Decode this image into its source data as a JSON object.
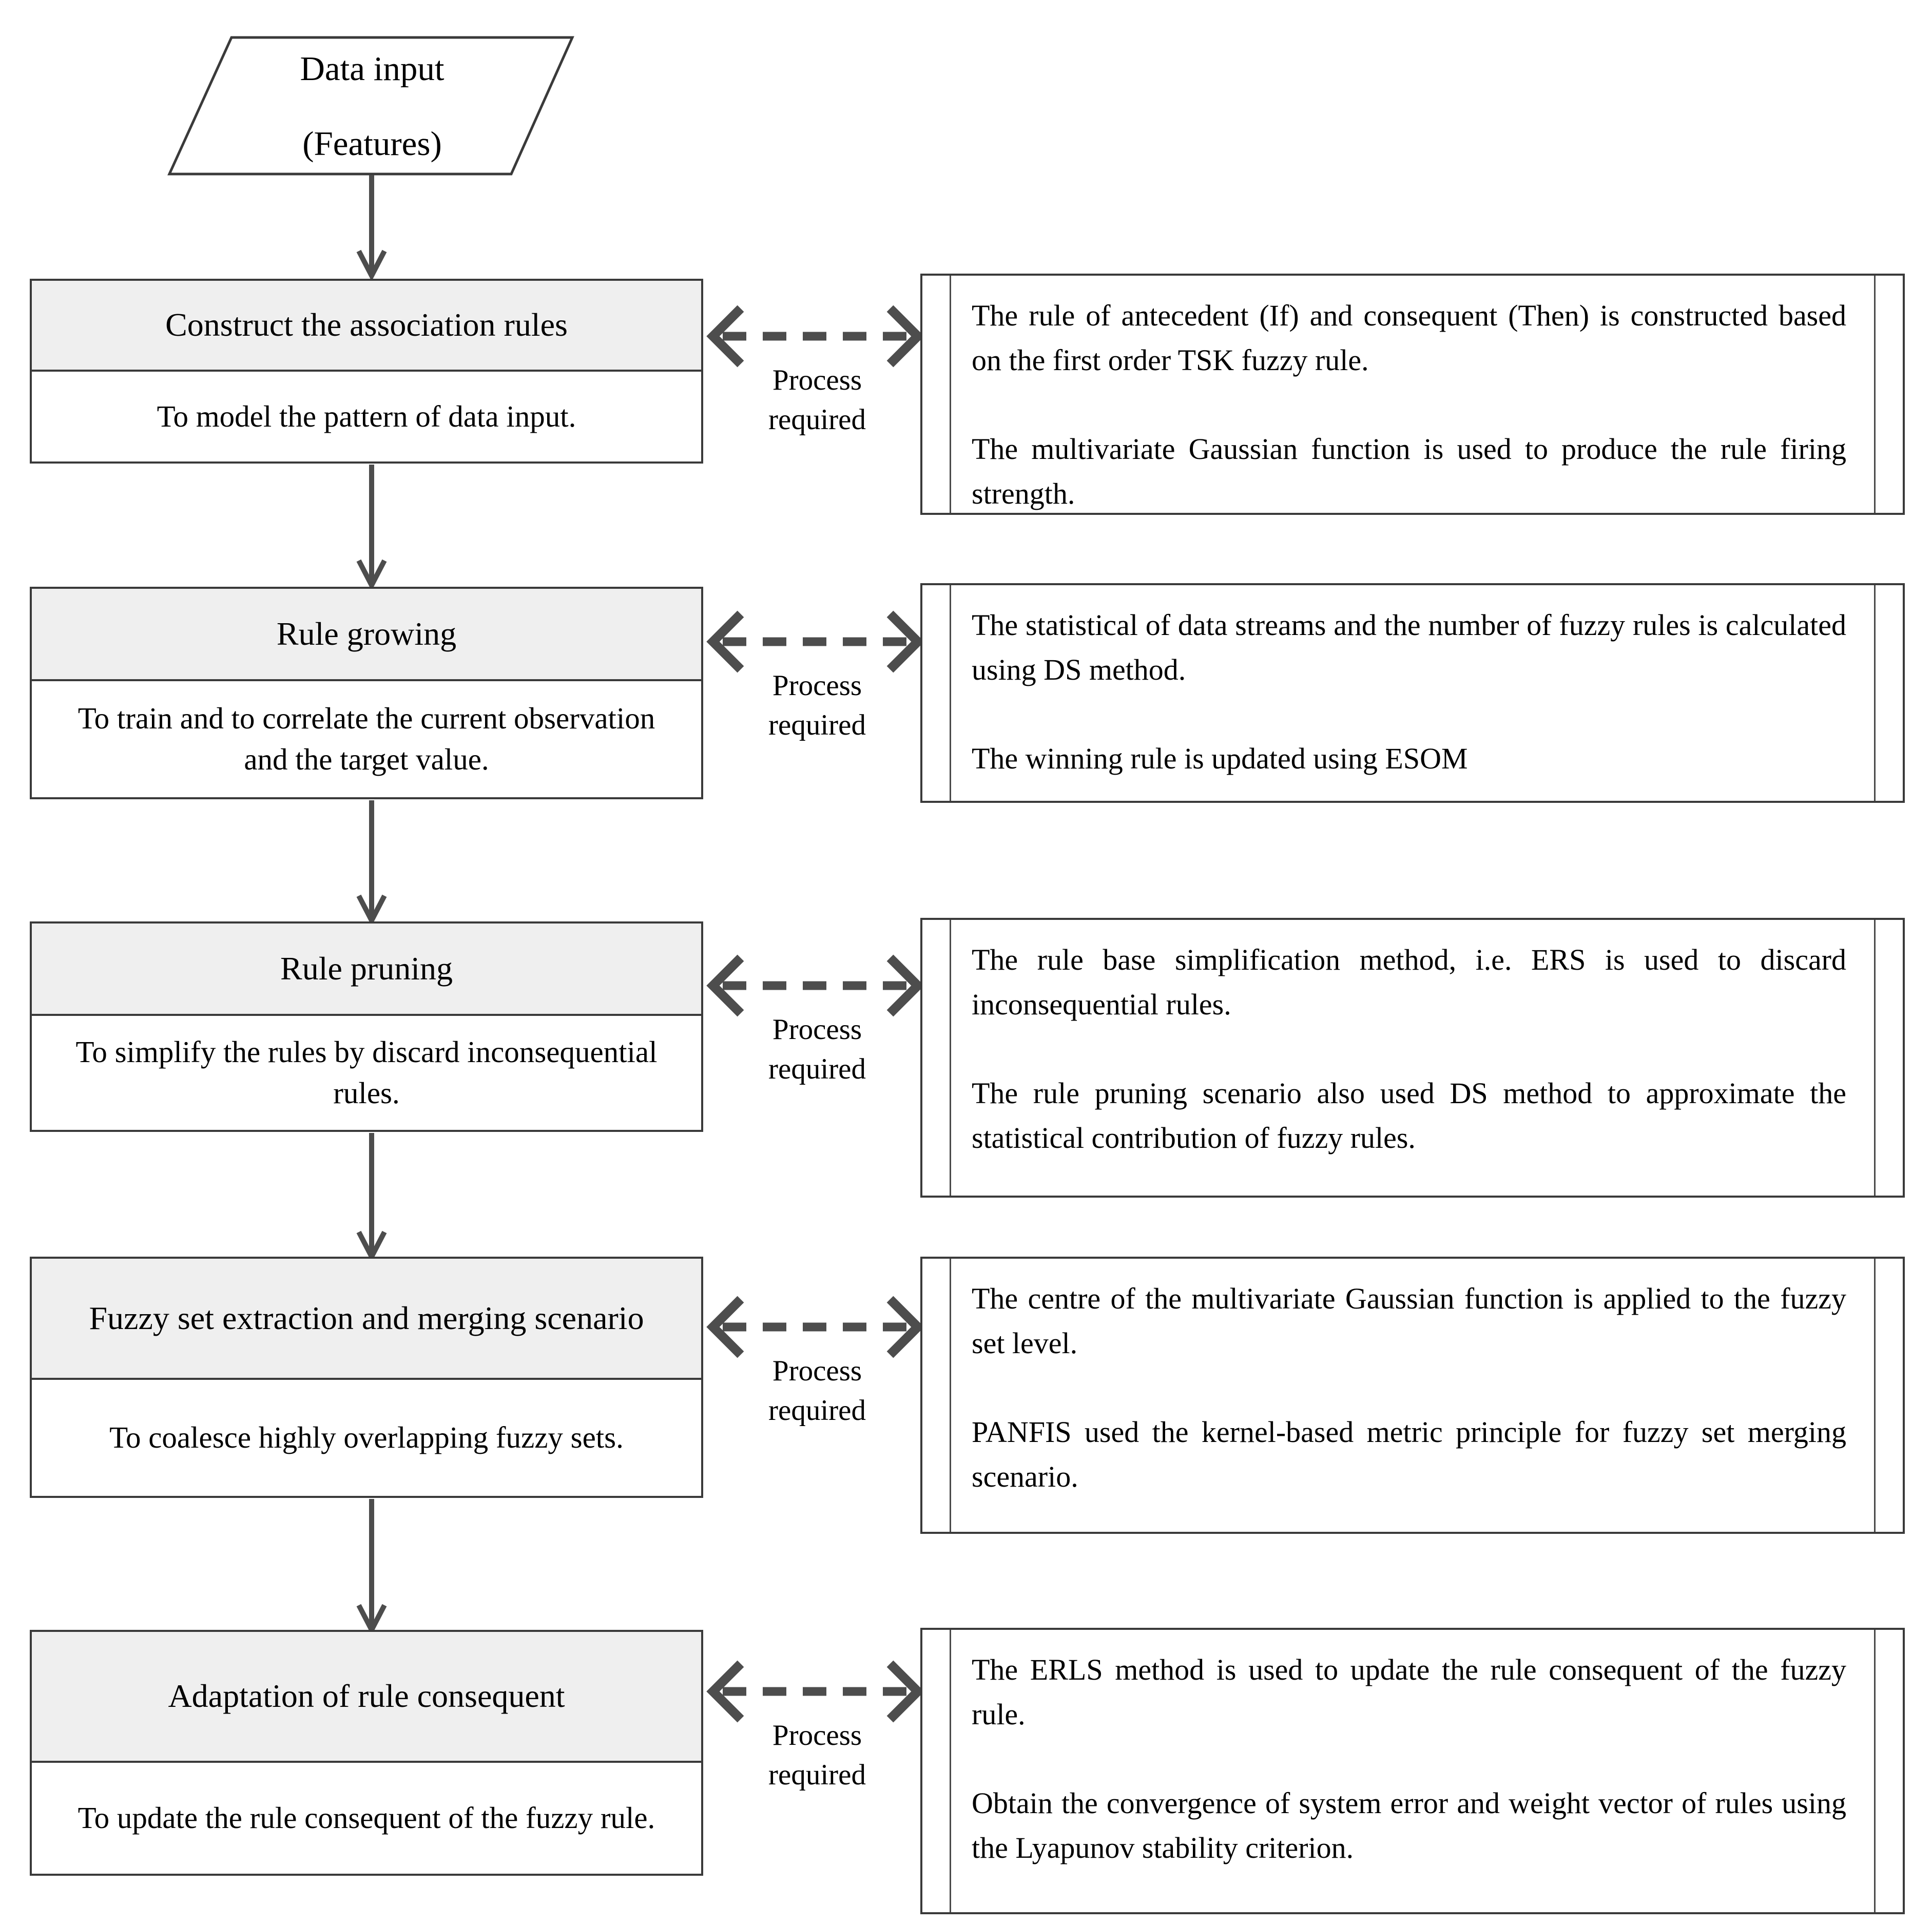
{
  "diagram": {
    "input_node": {
      "line1": "Data input",
      "line2": "(Features)"
    },
    "connector_label": {
      "text": "Process required"
    },
    "rows": [
      {
        "title": "Construct the association rules",
        "purpose": "To model the pattern of data input.",
        "details": [
          "The rule of antecedent (If) and consequent (Then) is constructed based on the first order TSK fuzzy rule.",
          "The multivariate Gaussian function is used to produce the rule firing strength."
        ]
      },
      {
        "title": "Rule growing",
        "purpose": "To train and to correlate the current observation and the target value.",
        "details": [
          "The statistical of data streams and the number of fuzzy rules is calculated using DS method.",
          "The winning rule is updated using ESOM"
        ]
      },
      {
        "title": "Rule pruning",
        "purpose": "To simplify the rules by discard inconsequential rules.",
        "details": [
          "The rule base simplification method, i.e. ERS is used to discard inconsequential rules.",
          "The rule pruning scenario also used DS method to approximate the statistical contribution of fuzzy rules."
        ]
      },
      {
        "title": "Fuzzy set extraction and merging scenario",
        "purpose": "To coalesce highly overlapping fuzzy sets.",
        "details": [
          "The centre of the multivariate Gaussian function is applied to the fuzzy set level.",
          "PANFIS used the kernel-based metric principle for fuzzy set merging scenario."
        ]
      },
      {
        "title": "Adaptation of rule consequent",
        "purpose": "To update the rule consequent of the fuzzy rule.",
        "details": [
          "The ERLS method is used to update the rule consequent of the fuzzy rule.",
          "Obtain the convergence of system error and weight vector of rules using the Lyapunov stability criterion."
        ]
      }
    ],
    "colors": {
      "border": "#3a3a3a",
      "header_fill": "#efefef",
      "arrow": "#4d4d4d",
      "text": "#000000",
      "background": "#ffffff"
    }
  }
}
